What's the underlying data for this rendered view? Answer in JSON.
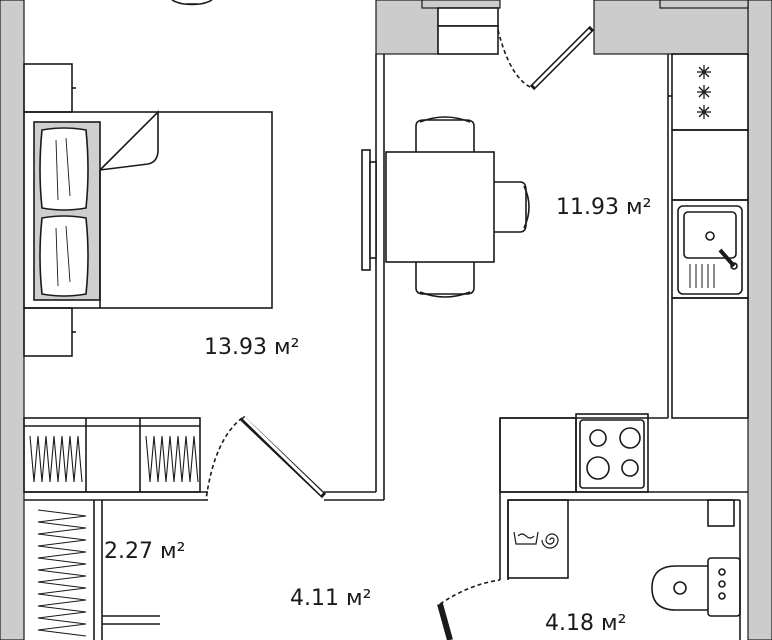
{
  "colors": {
    "wall": "#cccccc",
    "line": "#1a1a1a",
    "pillow": "#cfcfcf",
    "background": "#ffffff"
  },
  "rooms": {
    "bedroom_area": "13.93 м²",
    "kitchen_area": "11.93 м²",
    "closet_area": "2.27 м²",
    "hall_area": "4.11 м²",
    "bathroom_area": "4.18 м²"
  },
  "icons": {
    "burner_marks": [
      "snowflake-burner-icon",
      "snowflake-burner-icon",
      "snowflake-burner-icon"
    ],
    "washer_symbol": "washer-icon",
    "spiral_symbol": "spiral-icon"
  }
}
